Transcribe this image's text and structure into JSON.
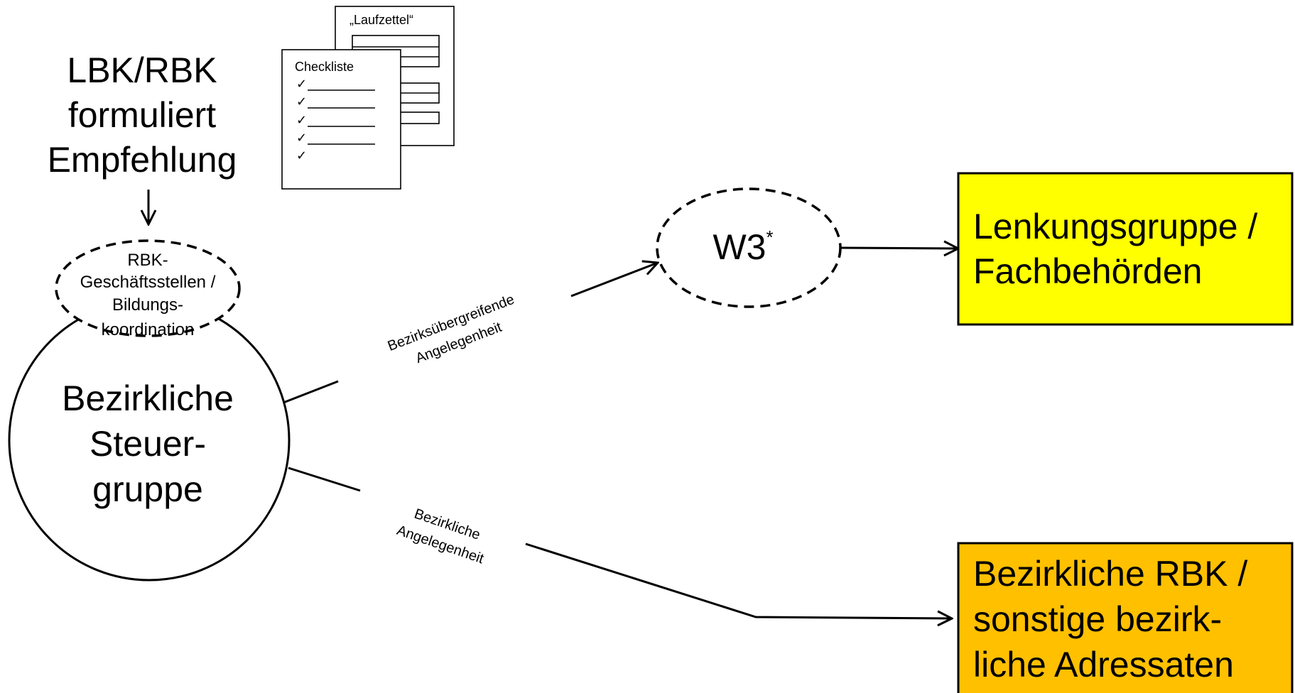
{
  "source": {
    "lines": [
      "LBK/RBK",
      "formuliert",
      "Empfehlung"
    ]
  },
  "documents": {
    "laufzettel_title": "„Laufzettel“",
    "checkliste_title": "Checkliste",
    "check_mark": "✓"
  },
  "office": {
    "lines": [
      "RBK-",
      "Geschäftsstellen /",
      "Bildungs-",
      "koordination"
    ]
  },
  "steering_group": {
    "lines": [
      "Bezirkliche",
      "Steuer-",
      "gruppe"
    ]
  },
  "w3": {
    "label": "W3",
    "superscript": "*"
  },
  "edges": {
    "cross_district": [
      "Bezirksübergreifende",
      "Angelegenheit"
    ],
    "district": [
      "Bezirkliche",
      "Angelegenheit"
    ]
  },
  "targets": {
    "steering_authorities": {
      "lines": [
        "Lenkungsgruppe /",
        "Fachbehörden"
      ],
      "color": "#FFFF00"
    },
    "district_addressees": {
      "lines": [
        "Bezirkliche RBK /",
        "sonstige bezirk-",
        "liche Adressaten"
      ],
      "color": "#FFC000"
    }
  }
}
